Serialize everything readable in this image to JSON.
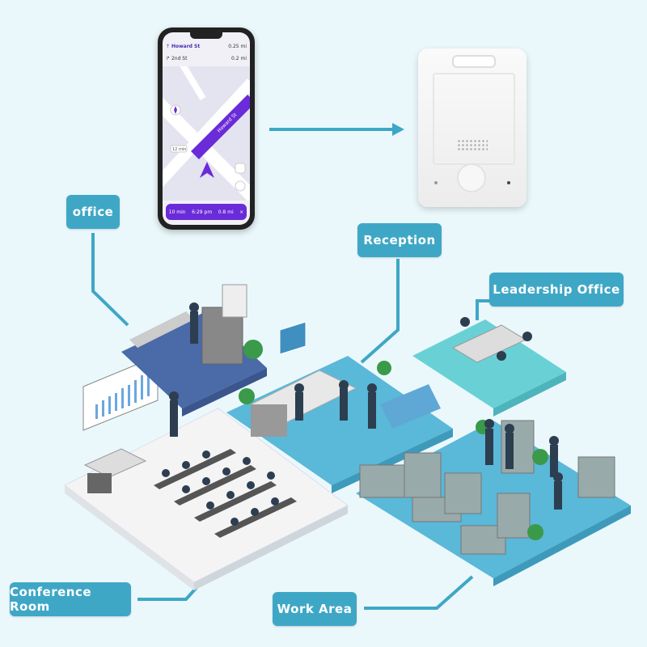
{
  "labels": {
    "office": "office",
    "reception": "Reception",
    "leadership": "Leadership Office",
    "conference": "Conference Room",
    "work_area": "Work Area"
  },
  "phone": {
    "street": "Howard St",
    "street_distance": "0.25 mi",
    "next_street": "2nd St",
    "next_distance": "0.2 mi",
    "map_street": "Howard St",
    "map_time_badge": "12 min",
    "eta_minutes": "10 min",
    "eta_time": "6:29 pm",
    "eta_distance": "0.8 mi",
    "close_glyph": "×"
  },
  "colors": {
    "background": "#eaf8fc",
    "label_fill": "#3fa7c6",
    "connector": "#3fa7c6",
    "nav_accent": "#6a2bd8"
  }
}
